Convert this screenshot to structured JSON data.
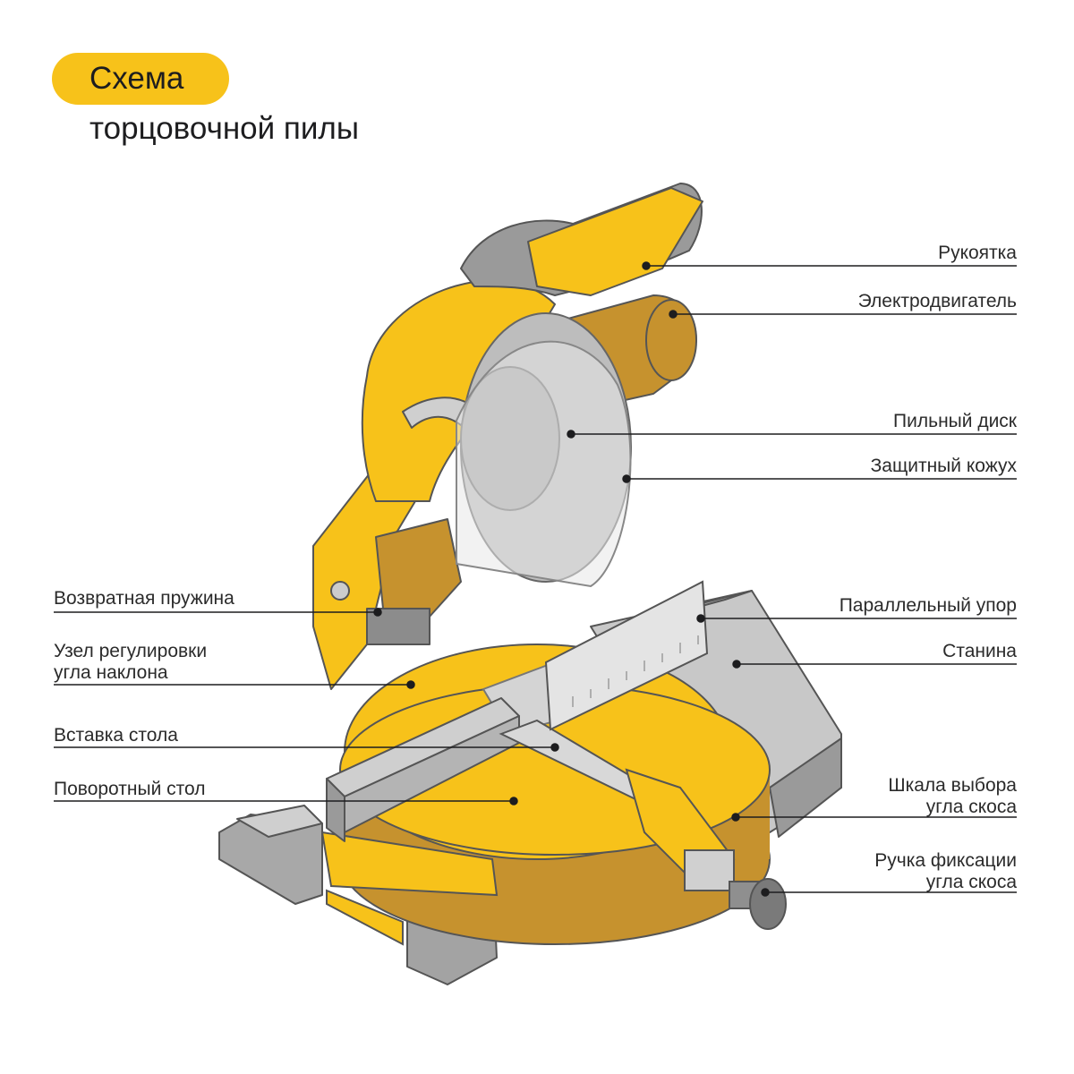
{
  "title": {
    "line1": "Схема",
    "line2": "торцовочной пилы"
  },
  "colors": {
    "accent": "#f7c21a",
    "accent_dark": "#c6922e",
    "gray": "#9c9c9c",
    "light_gray": "#d4d4d4",
    "line": "#1d1d1f"
  },
  "labels_right": [
    {
      "text": "Рукоятка"
    },
    {
      "text": "Электродвигатель"
    },
    {
      "text": "Пильный диск"
    },
    {
      "text": "Защитный кожух"
    },
    {
      "text": "Параллельный упор"
    },
    {
      "text": "Станина"
    },
    {
      "text": "Шкала выбора",
      "text2": "угла скоса"
    },
    {
      "text": "Ручка фиксации",
      "text2": "угла скоса"
    }
  ],
  "labels_left": [
    {
      "text": "Возвратная пружина"
    },
    {
      "text": "Узел регулировки",
      "text2": "угла наклона"
    },
    {
      "text": "Вставка стола"
    },
    {
      "text": "Поворотный стол"
    }
  ]
}
